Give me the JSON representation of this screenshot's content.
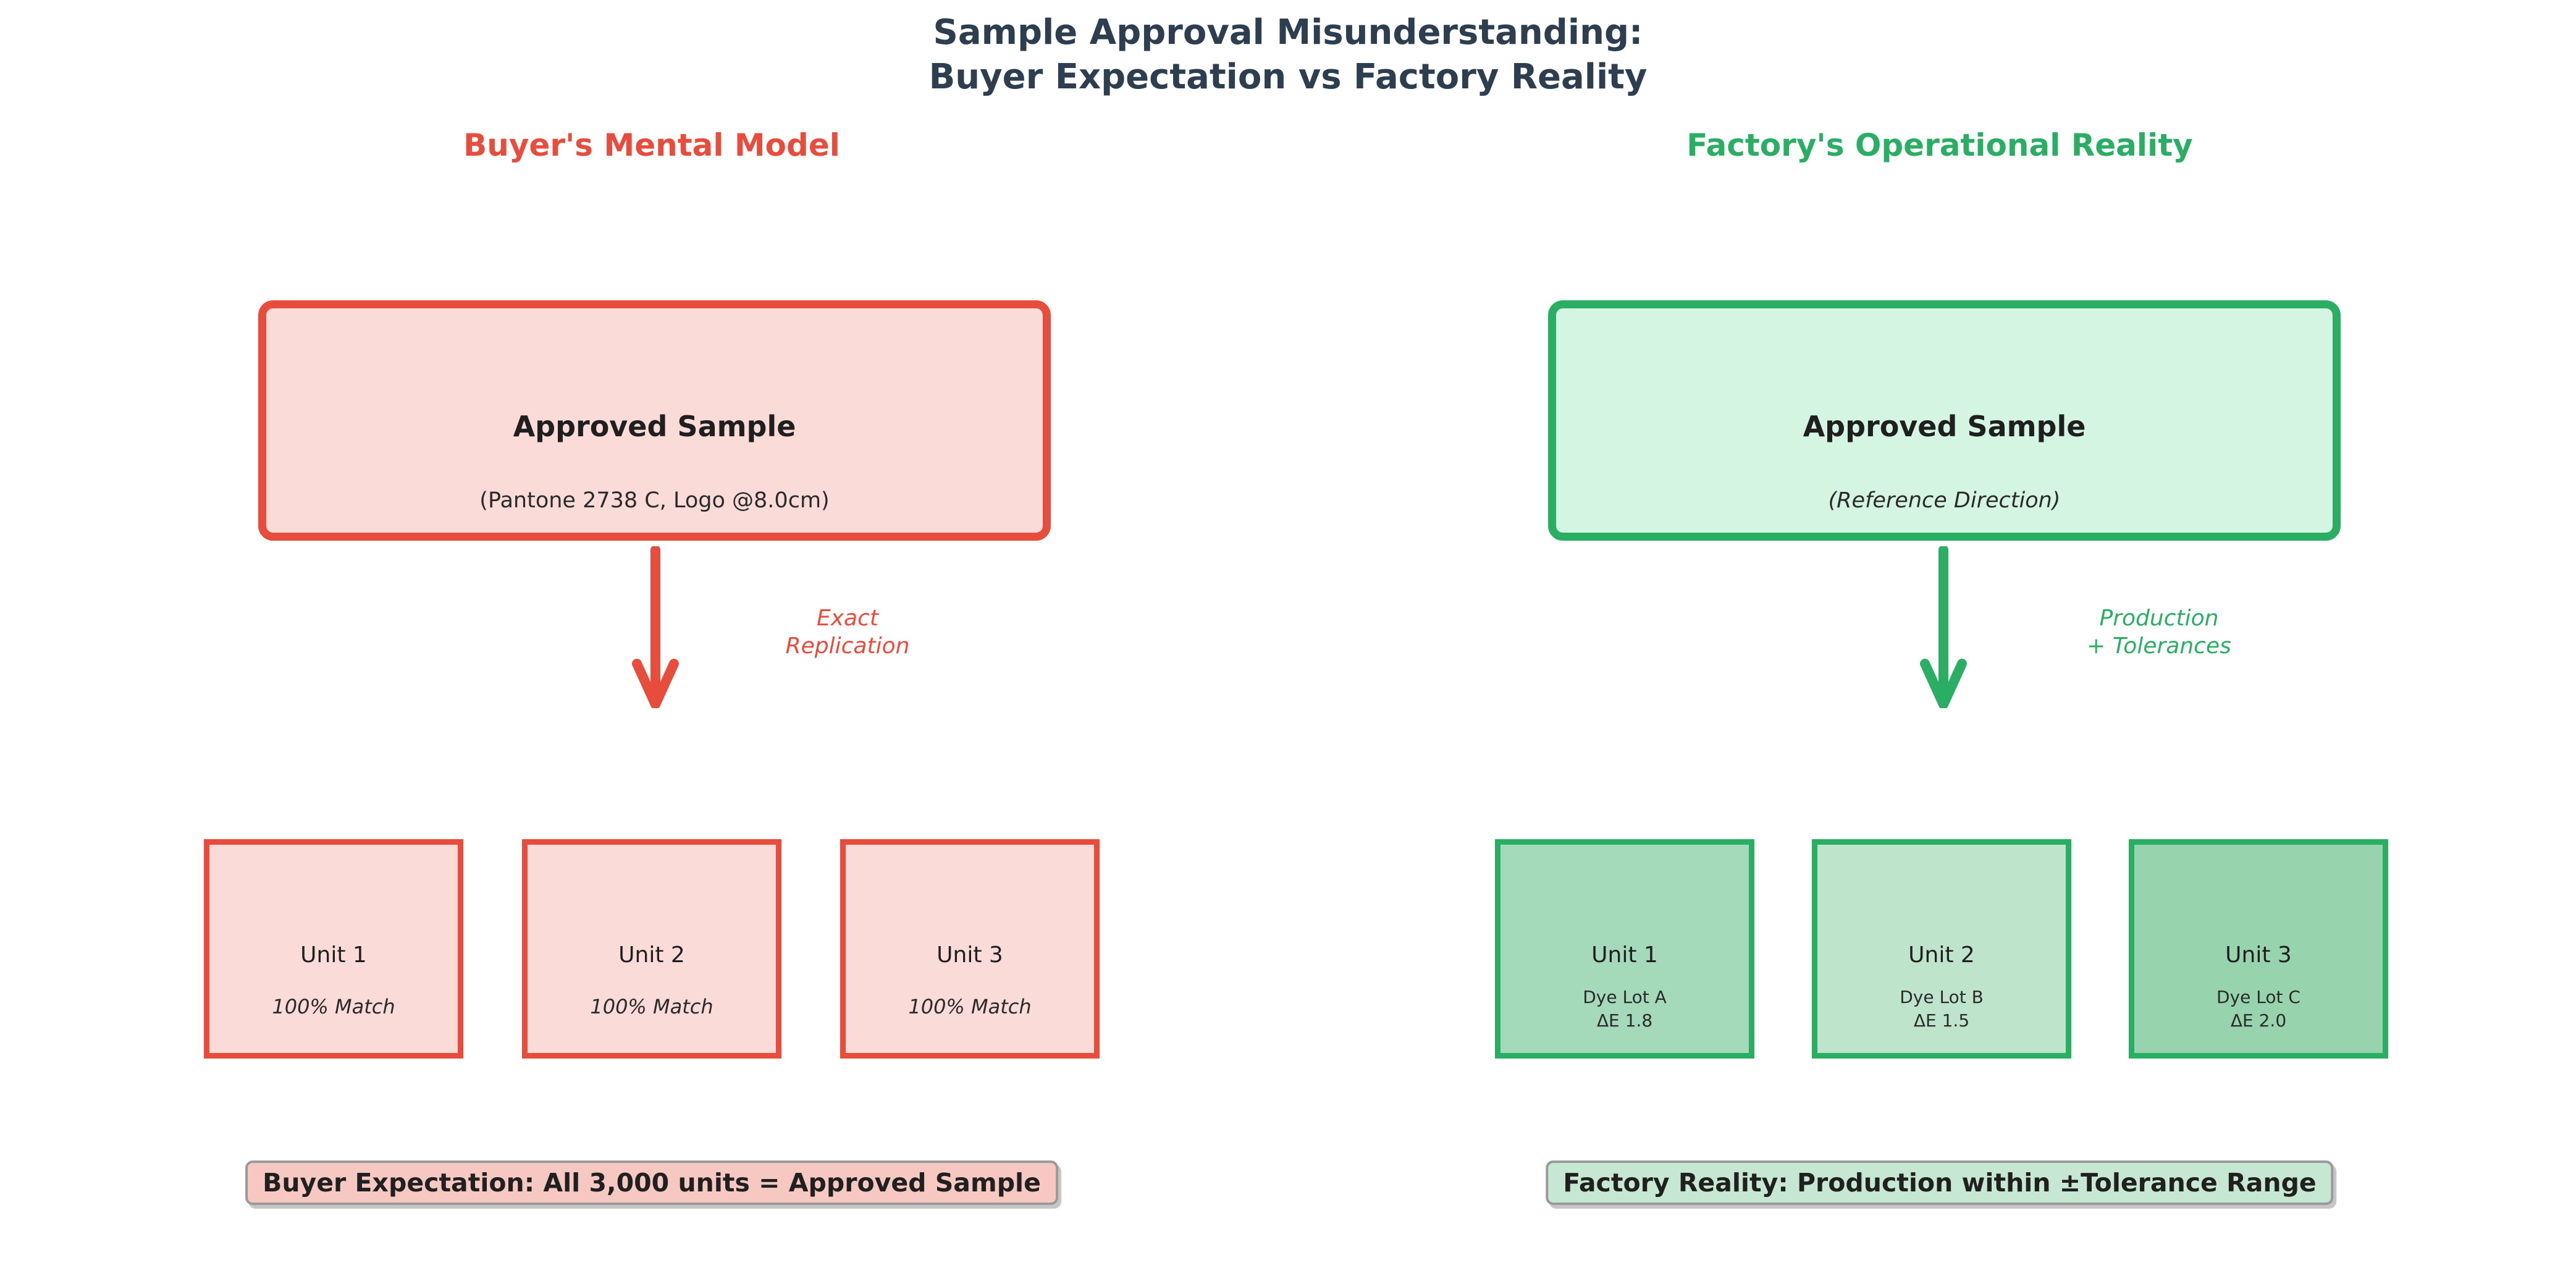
{
  "title": {
    "line1": "Sample Approval Misunderstanding:",
    "line2": "Buyer Expectation vs Factory Reality",
    "color": "#2c3e50"
  },
  "buyer": {
    "header": "Buyer's Mental Model",
    "accent": "#e74c3c",
    "sample_box": {
      "title": "Approved Sample",
      "subtitle": "(Pantone 2738 C, Logo @8.0cm)",
      "fill": "#fadbd8"
    },
    "arrow_label": {
      "line1": "Exact",
      "line2": "Replication"
    },
    "units": [
      {
        "title": "Unit 1",
        "lines": [
          "100% Match"
        ],
        "fill": "#fadbd8"
      },
      {
        "title": "Unit 2",
        "lines": [
          "100% Match"
        ],
        "fill": "#fadbd8"
      },
      {
        "title": "Unit 3",
        "lines": [
          "100% Match"
        ],
        "fill": "#fadbd8"
      }
    ],
    "banner": {
      "text": "Buyer Expectation: All 3,000 units = Approved Sample",
      "fill": "#f7c8c2",
      "border": "#9a9a9a"
    }
  },
  "factory": {
    "header": "Factory's Operational Reality",
    "accent": "#2aae63",
    "sample_box": {
      "title": "Approved Sample",
      "subtitle": "(Reference Direction)",
      "fill": "#d5f5e3"
    },
    "arrow_label": {
      "line1": "Production",
      "line2": "+ Tolerances"
    },
    "units": [
      {
        "title": "Unit 1",
        "lines": [
          "Dye Lot A",
          "ΔE 1.8"
        ],
        "fill": "#a4d9b9"
      },
      {
        "title": "Unit 2",
        "lines": [
          "Dye Lot B",
          "ΔE 1.5"
        ],
        "fill": "#bfe4cc"
      },
      {
        "title": "Unit 3",
        "lines": [
          "Dye Lot C",
          "ΔE 2.0"
        ],
        "fill": "#97d3ac"
      }
    ],
    "banner": {
      "text": "Factory Reality: Production within ±Tolerance Range",
      "fill": "#c6e7d1",
      "border": "#9a9a9a"
    }
  }
}
